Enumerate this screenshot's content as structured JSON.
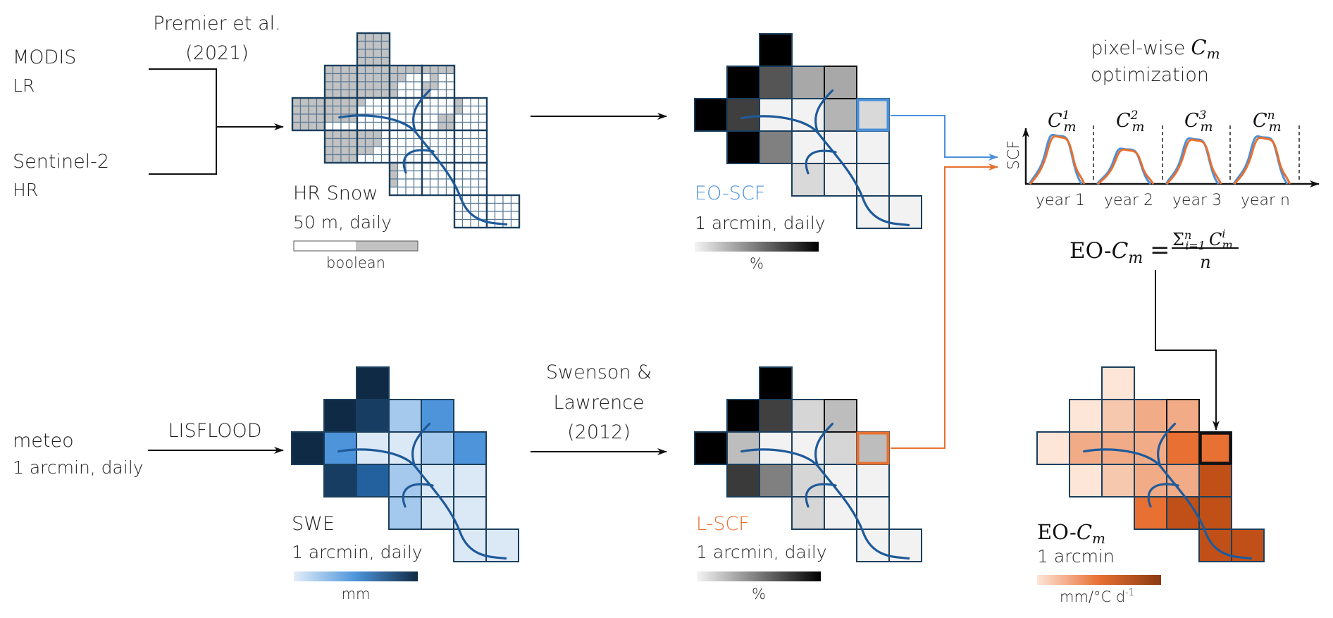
{
  "inputs": {
    "modis": {
      "name": "MODIS",
      "res": "LR"
    },
    "sentinel": {
      "name": "Sentinel-2",
      "res": "HR"
    },
    "meteo": {
      "name": "meteo",
      "res": "1 arcmin, daily"
    }
  },
  "methods": {
    "premier": [
      "Premier et al.",
      "(2021)"
    ],
    "lisflood": "LISFLOOD",
    "swenson": [
      "Swenson &",
      "Lawrence",
      "(2012)"
    ]
  },
  "colors": {
    "river": "#1f5a99",
    "grid_border": "#1b3f5e",
    "eo_accent": "#4a90d9",
    "l_accent": "#e8702f",
    "arrow": "#111111",
    "hr_snow": "#c2c2c2",
    "hr_bare": "#ffffff"
  },
  "panels": {
    "hr_snow": {
      "title": "HR Snow",
      "subtitle": "50 m, daily",
      "colorbar_label": "boolean",
      "colorbar_stops": [
        "#ffffff",
        "#c2c2c2"
      ],
      "cells": [
        [
          null,
          null,
          "S",
          null,
          null,
          null,
          null
        ],
        [
          null,
          "S",
          "S",
          "A",
          "B",
          null,
          null
        ],
        [
          "S",
          "C",
          "D",
          "E",
          "F",
          "G",
          null
        ],
        [
          null,
          "H",
          "I",
          "W",
          "W",
          "W",
          null
        ],
        [
          null,
          null,
          null,
          "J",
          "W",
          "W",
          null
        ],
        [
          null,
          null,
          null,
          null,
          null,
          "W",
          "W"
        ]
      ]
    },
    "eo_scf": {
      "title": "EO-SCF",
      "subtitle": "1 arcmin, daily",
      "colorbar_label": "%",
      "colorbar_stops": [
        "#f4f4f4",
        "#000000"
      ],
      "highlight": [
        2,
        5
      ],
      "black_border": [
        1,
        4
      ],
      "cells": [
        [
          null,
          null,
          "#000000",
          null,
          null,
          null,
          null
        ],
        [
          null,
          "#000000",
          "#555555",
          "#a8a8a8",
          "#a8a8a8",
          null,
          null
        ],
        [
          "#000000",
          "#3f3f3f",
          "#f2f2f2",
          "#f2f2f2",
          "#b4b4b4",
          "#d9d9d9",
          null
        ],
        [
          null,
          "#000000",
          "#808080",
          "#f2f2f2",
          "#f2f2f2",
          "#f2f2f2",
          null
        ],
        [
          null,
          null,
          null,
          "#d9d9d9",
          "#f2f2f2",
          "#f2f2f2",
          null
        ],
        [
          null,
          null,
          null,
          null,
          null,
          "#f2f2f2",
          "#f2f2f2"
        ]
      ]
    },
    "swe": {
      "title": "SWE",
      "subtitle": "1 arcmin, daily",
      "colorbar_label": "mm",
      "colorbar_stops": [
        "#e3eef9",
        "#4d94db",
        "#0f2a44"
      ],
      "cells": [
        [
          null,
          null,
          "#0f2a44",
          null,
          null,
          null,
          null
        ],
        [
          null,
          "#0f2a44",
          "#173d63",
          "#a5c9ec",
          "#4d94db",
          null,
          null
        ],
        [
          "#0f2a44",
          "#4d94db",
          "#dbe8f6",
          "#dbe8f6",
          "#a5c9ec",
          "#4d94db",
          null
        ],
        [
          null,
          "#173d63",
          "#22609e",
          "#a5c9ec",
          "#dbe8f6",
          "#dbe8f6",
          null
        ],
        [
          null,
          null,
          null,
          "#a5c9ec",
          "#dbe8f6",
          "#dbe8f6",
          null
        ],
        [
          null,
          null,
          null,
          null,
          null,
          "#dbe8f6",
          "#dbe8f6"
        ]
      ]
    },
    "l_scf": {
      "title": "L-SCF",
      "subtitle": "1 arcmin, daily",
      "colorbar_label": "%",
      "colorbar_stops": [
        "#f4f4f4",
        "#000000"
      ],
      "highlight": [
        2,
        5
      ],
      "black_border": [
        1,
        4
      ],
      "cells": [
        [
          null,
          null,
          "#000000",
          null,
          null,
          null,
          null
        ],
        [
          null,
          "#000000",
          "#404040",
          "#d6d6d6",
          "#bdbdbd",
          null,
          null
        ],
        [
          "#000000",
          "#bdbdbd",
          "#f2f2f2",
          "#f2f2f2",
          "#d6d6d6",
          "#bdbdbd",
          null
        ],
        [
          null,
          "#3a3a3a",
          "#808080",
          "#d6d6d6",
          "#f2f2f2",
          "#f2f2f2",
          null
        ],
        [
          null,
          null,
          null,
          "#d6d6d6",
          "#f2f2f2",
          "#f2f2f2",
          null
        ],
        [
          null,
          null,
          null,
          null,
          null,
          "#f2f2f2",
          "#f2f2f2"
        ]
      ]
    },
    "eo_cm": {
      "title_prefix": "EO-",
      "title_var": "C",
      "title_sub": "m",
      "subtitle": "1 arcmin",
      "colorbar_label": "mm/°C d",
      "colorbar_label_sup": "-1",
      "colorbar_stops": [
        "#fde5d8",
        "#e87033",
        "#8a3a10"
      ],
      "highlight": [
        2,
        5
      ],
      "black_border": [
        1,
        4
      ],
      "cells": [
        [
          null,
          null,
          "#fde5d8",
          null,
          null,
          null,
          null
        ],
        [
          null,
          "#fde5d8",
          "#f6c8ad",
          "#f1ab86",
          "#f1ab86",
          null,
          null
        ],
        [
          "#fde5d8",
          "#f1ab86",
          "#f1ab86",
          "#f1ab86",
          "#e87033",
          "#e87033",
          null
        ],
        [
          null,
          "#fde5d8",
          "#f6c8ad",
          "#f1ab86",
          "#f1ab86",
          "#c05017",
          null
        ],
        [
          null,
          null,
          null,
          "#e87033",
          "#c05017",
          "#c05017",
          null
        ],
        [
          null,
          null,
          null,
          null,
          null,
          "#c05017",
          "#c05017"
        ]
      ]
    }
  },
  "optimization": {
    "title_line1": "pixel-wise",
    "title_var": "C",
    "title_sub": "m",
    "title_line2": "optimization",
    "y_axis_label": "SCF",
    "years": [
      {
        "label": "year 1",
        "sup": "1",
        "peak": 1.0
      },
      {
        "label": "year 2",
        "sup": "2",
        "peak": 0.72
      },
      {
        "label": "year 3",
        "sup": "3",
        "peak": 0.93
      },
      {
        "label": "year n",
        "sup": "n",
        "peak": 0.97
      }
    ],
    "series": [
      {
        "name": "EO-SCF",
        "color": "#4a90d9"
      },
      {
        "name": "L-SCF",
        "color": "#e8702f"
      }
    ]
  },
  "formula": {
    "lhs_prefix": "EO-",
    "lhs_var": "C",
    "lhs_sub": "m",
    "equals": "=",
    "sum_symbol": "Σ",
    "sum_sub": "i=1",
    "sum_sup": "n",
    "num_var": "C",
    "num_sub": "m",
    "num_sup": "i",
    "denominator": "n"
  }
}
